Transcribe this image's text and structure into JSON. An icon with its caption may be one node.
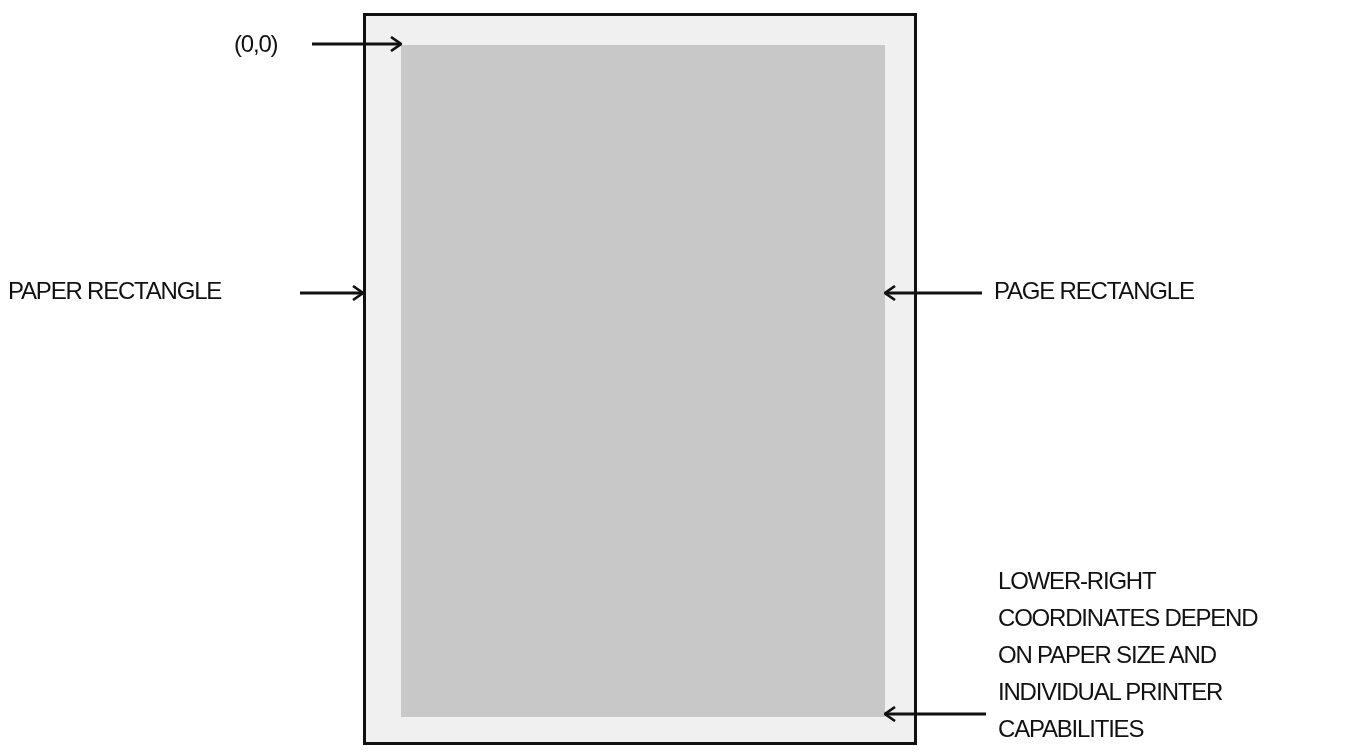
{
  "diagram": {
    "nodes": [
      {
        "text": [],
        "shape": "box"
      },
      {
        "text": [],
        "shape": "box",
        "in": 0
      },
      {
        "text": [
          "(0,0)"
        ]
      },
      {
        "text": [
          "PAPER RECTANGLE"
        ]
      },
      {
        "text": [
          "PAGE RECTANGLE"
        ]
      },
      {
        "text": [
          "LOWER-RIGHT COORDINATES DEPEND ON PAPER SIZE AND INDIVIDUAL PRINTER CAPABILITIES"
        ]
      }
    ],
    "edges": [
      {
        "from": 2,
        "to": 1,
        "arrow": "to"
      },
      {
        "from": 3,
        "to": 0,
        "arrow": "to"
      },
      {
        "from": 4,
        "to": 1,
        "arrow": "to"
      },
      {
        "from": 5,
        "to": 1,
        "arrow": "to"
      }
    ]
  }
}
